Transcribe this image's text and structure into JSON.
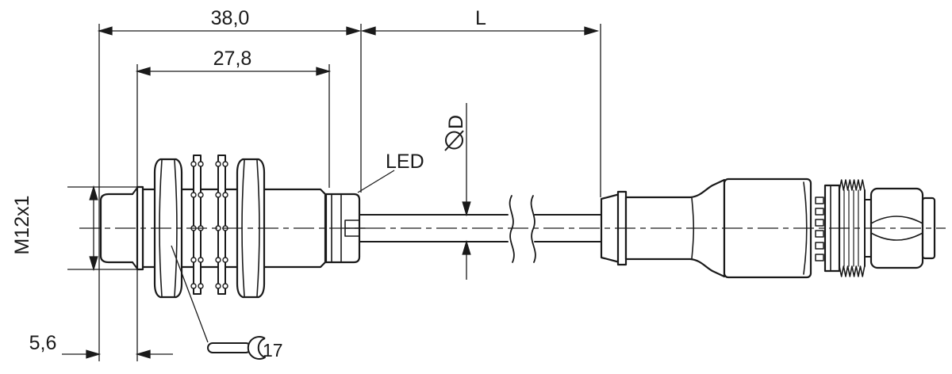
{
  "drawing": {
    "background_color": "#ffffff",
    "line_color": "#1a1a1a",
    "labels": {
      "overall_length": "38,0",
      "thread_length": "27,8",
      "cable_length": "L",
      "tip_length": "5,6",
      "thread_spec": "M12x1",
      "led": "LED",
      "diameter_symbol": "⌀",
      "cable_diameter": "D",
      "wrench_size": "17"
    }
  }
}
